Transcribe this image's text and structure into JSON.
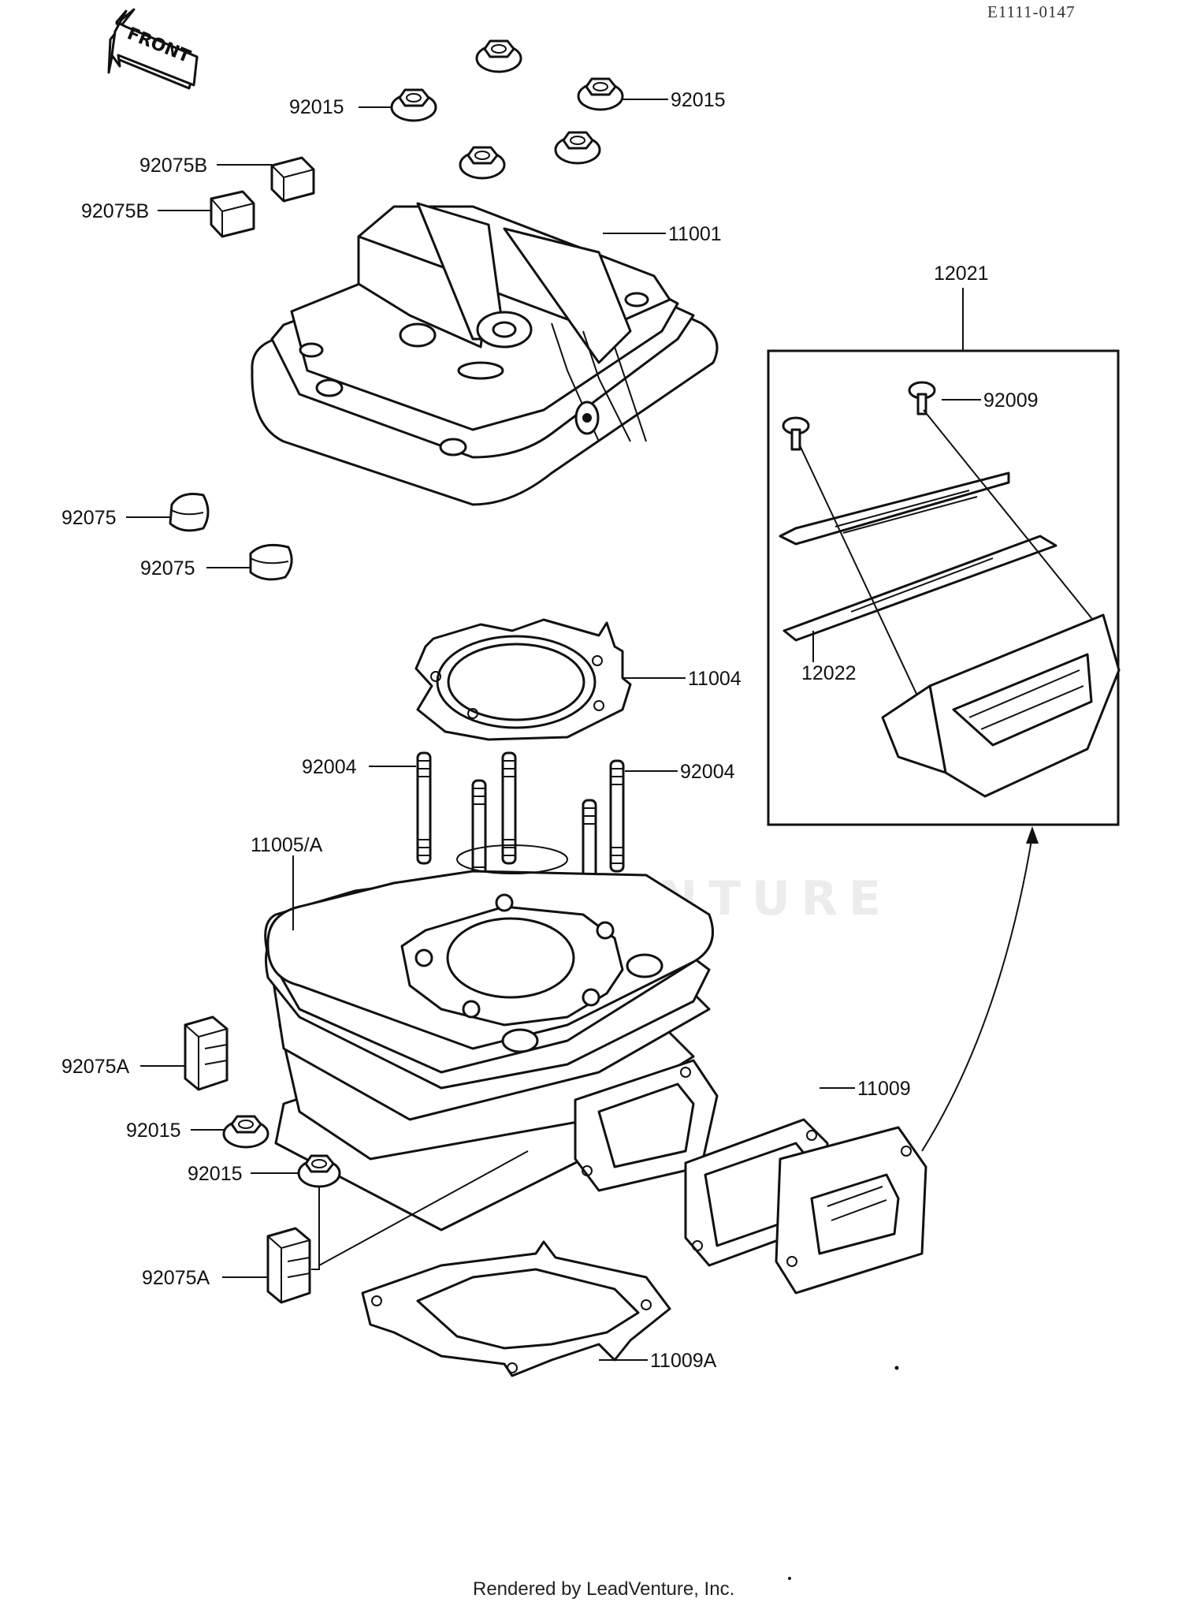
{
  "diagram": {
    "reference_code": "E1111-0147",
    "front_label": "FRONT",
    "watermark": "LEADVENTURE",
    "footer": "Rendered by LeadVenture, Inc.",
    "callouts": [
      {
        "id": "nut-top-left",
        "part_number": "92015"
      },
      {
        "id": "nut-top-right",
        "part_number": "92015"
      },
      {
        "id": "damper-b-1",
        "part_number": "92075B"
      },
      {
        "id": "damper-b-2",
        "part_number": "92075B"
      },
      {
        "id": "cylinder-head",
        "part_number": "11001"
      },
      {
        "id": "reed-valve-assy",
        "part_number": "12021"
      },
      {
        "id": "screw",
        "part_number": "92009"
      },
      {
        "id": "damper-1",
        "part_number": "92075"
      },
      {
        "id": "damper-2",
        "part_number": "92075"
      },
      {
        "id": "head-gasket",
        "part_number": "11004"
      },
      {
        "id": "reed",
        "part_number": "12022"
      },
      {
        "id": "stud-left",
        "part_number": "92004"
      },
      {
        "id": "stud-right",
        "part_number": "92004"
      },
      {
        "id": "cylinder",
        "part_number": "11005/A"
      },
      {
        "id": "intake-gasket",
        "part_number": "11009"
      },
      {
        "id": "damper-a-1",
        "part_number": "92075A"
      },
      {
        "id": "nut-bottom-1",
        "part_number": "92015"
      },
      {
        "id": "nut-bottom-2",
        "part_number": "92015"
      },
      {
        "id": "damper-a-2",
        "part_number": "92075A"
      },
      {
        "id": "base-gasket",
        "part_number": "11009A"
      }
    ]
  }
}
